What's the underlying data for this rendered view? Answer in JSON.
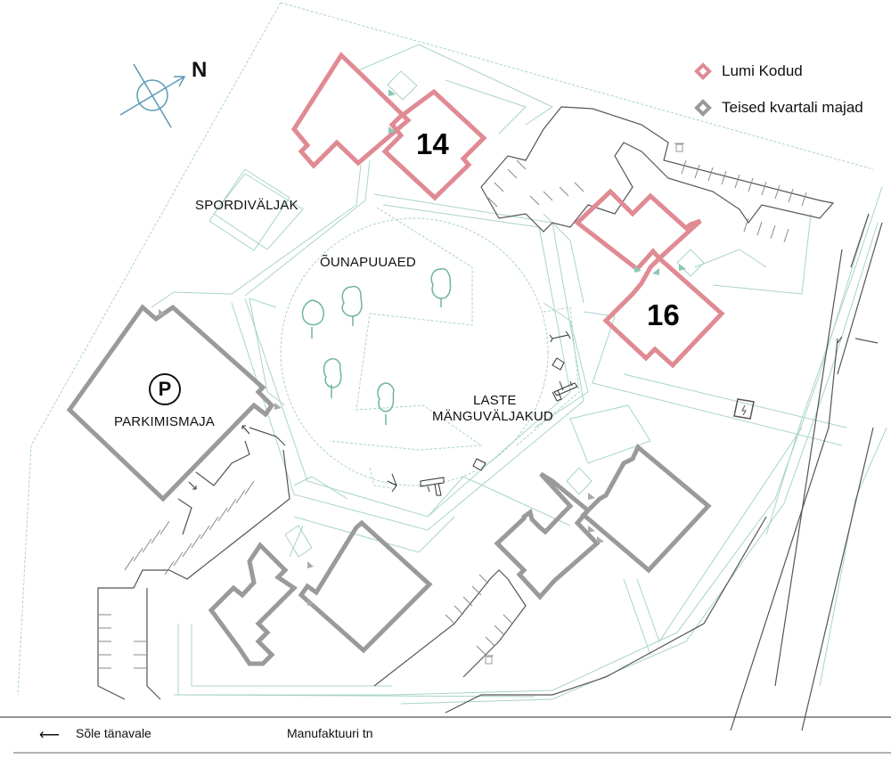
{
  "map": {
    "compass": {
      "label": "N",
      "icon": "north-arrow-icon"
    },
    "legend": [
      {
        "label": "Lumi Kodud",
        "color": "#e08a93"
      },
      {
        "label": "Teised kvartali majad",
        "color": "#9a9a9a"
      }
    ],
    "areas": {
      "sports_field": "SPORDIVÄLJAK",
      "orchard": "ÕUNAPUUAED",
      "playground_line1": "LASTE",
      "playground_line2": "MÄNGUVÄLJAKUD",
      "parking_symbol": "P",
      "parking_house": "PARKIMISMAJA"
    },
    "buildings": {
      "lumi_14": "14",
      "lumi_16": "16"
    },
    "streets": {
      "left_direction": "Sõle tänavale",
      "left_arrow": "⟵",
      "main_street": "Manufaktuuri tn"
    },
    "colors": {
      "lumi": "#e08a93",
      "other": "#9a9a9a",
      "path": "#a8d4c8",
      "road": "#555555",
      "compass": "#5a9ab5",
      "tree": "#6fb59c"
    }
  }
}
